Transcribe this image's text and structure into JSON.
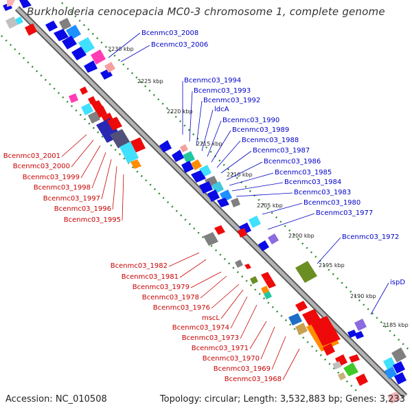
{
  "title": "Burkholderia cenocepacia MC0-3 chromosome 1, complete genome",
  "footer": {
    "accession": "Accession: NC_010508",
    "topology": "Topology: circular; Length: 3,532,883 bp; Genes: 3,233"
  },
  "ticks": [
    "2230 kbp",
    "2225 kbp",
    "2220 kbp",
    "2215 kbp",
    "2210 kbp",
    "2205 kbp",
    "2200 kbp",
    "2195 kbp",
    "2190 kbp",
    "2185 kbp"
  ],
  "forward_labels": [
    "Bcenmc03_2008",
    "Bcenmc03_2006",
    "Bcenmc03_1994",
    "Bcenmc03_1993",
    "Bcenmc03_1992",
    "ldcA",
    "Bcenmc03_1990",
    "Bcenmc03_1989",
    "Bcenmc03_1988",
    "Bcenmc03_1987",
    "Bcenmc03_1986",
    "Bcenmc03_1985",
    "Bcenmc03_1984",
    "Bcenmc03_1983",
    "Bcenmc03_1980",
    "Bcenmc03_1977",
    "Bcenmc03_1972",
    "ispD"
  ],
  "reverse_labels": [
    "Bcenmc03_2001",
    "Bcenmc03_2000",
    "Bcenmc03_1999",
    "Bcenmc03_1998",
    "Bcenmc03_1997",
    "Bcenmc03_1996",
    "Bcenmc03_1995",
    "Bcenmc03_1982",
    "Bcenmc03_1981",
    "Bcenmc03_1979",
    "Bcenmc03_1978",
    "Bcenmc03_1976",
    "mscL",
    "Bcenmc03_1974",
    "Bcenmc03_1973",
    "Bcenmc03_1971",
    "Bcenmc03_1970",
    "Bcenmc03_1969",
    "Bcenmc03_1968"
  ],
  "colors": {
    "forward_label": "#0000c8",
    "reverse_label": "#c80000",
    "backbone": "#8c8c8c",
    "tick_dots": "#2e8b2e",
    "gene_blue": "#0a0ae6",
    "gene_red": "#ee0a0a"
  }
}
